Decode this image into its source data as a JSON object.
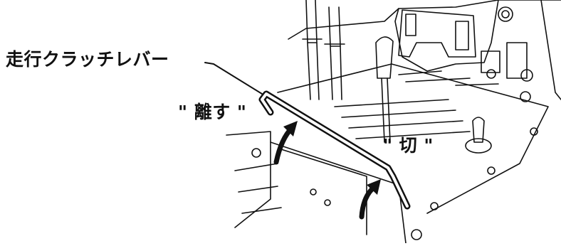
{
  "labels": {
    "lever": "走行クラッチレバー",
    "release": "\" 離す \"",
    "off": "\" 切 \""
  }
}
